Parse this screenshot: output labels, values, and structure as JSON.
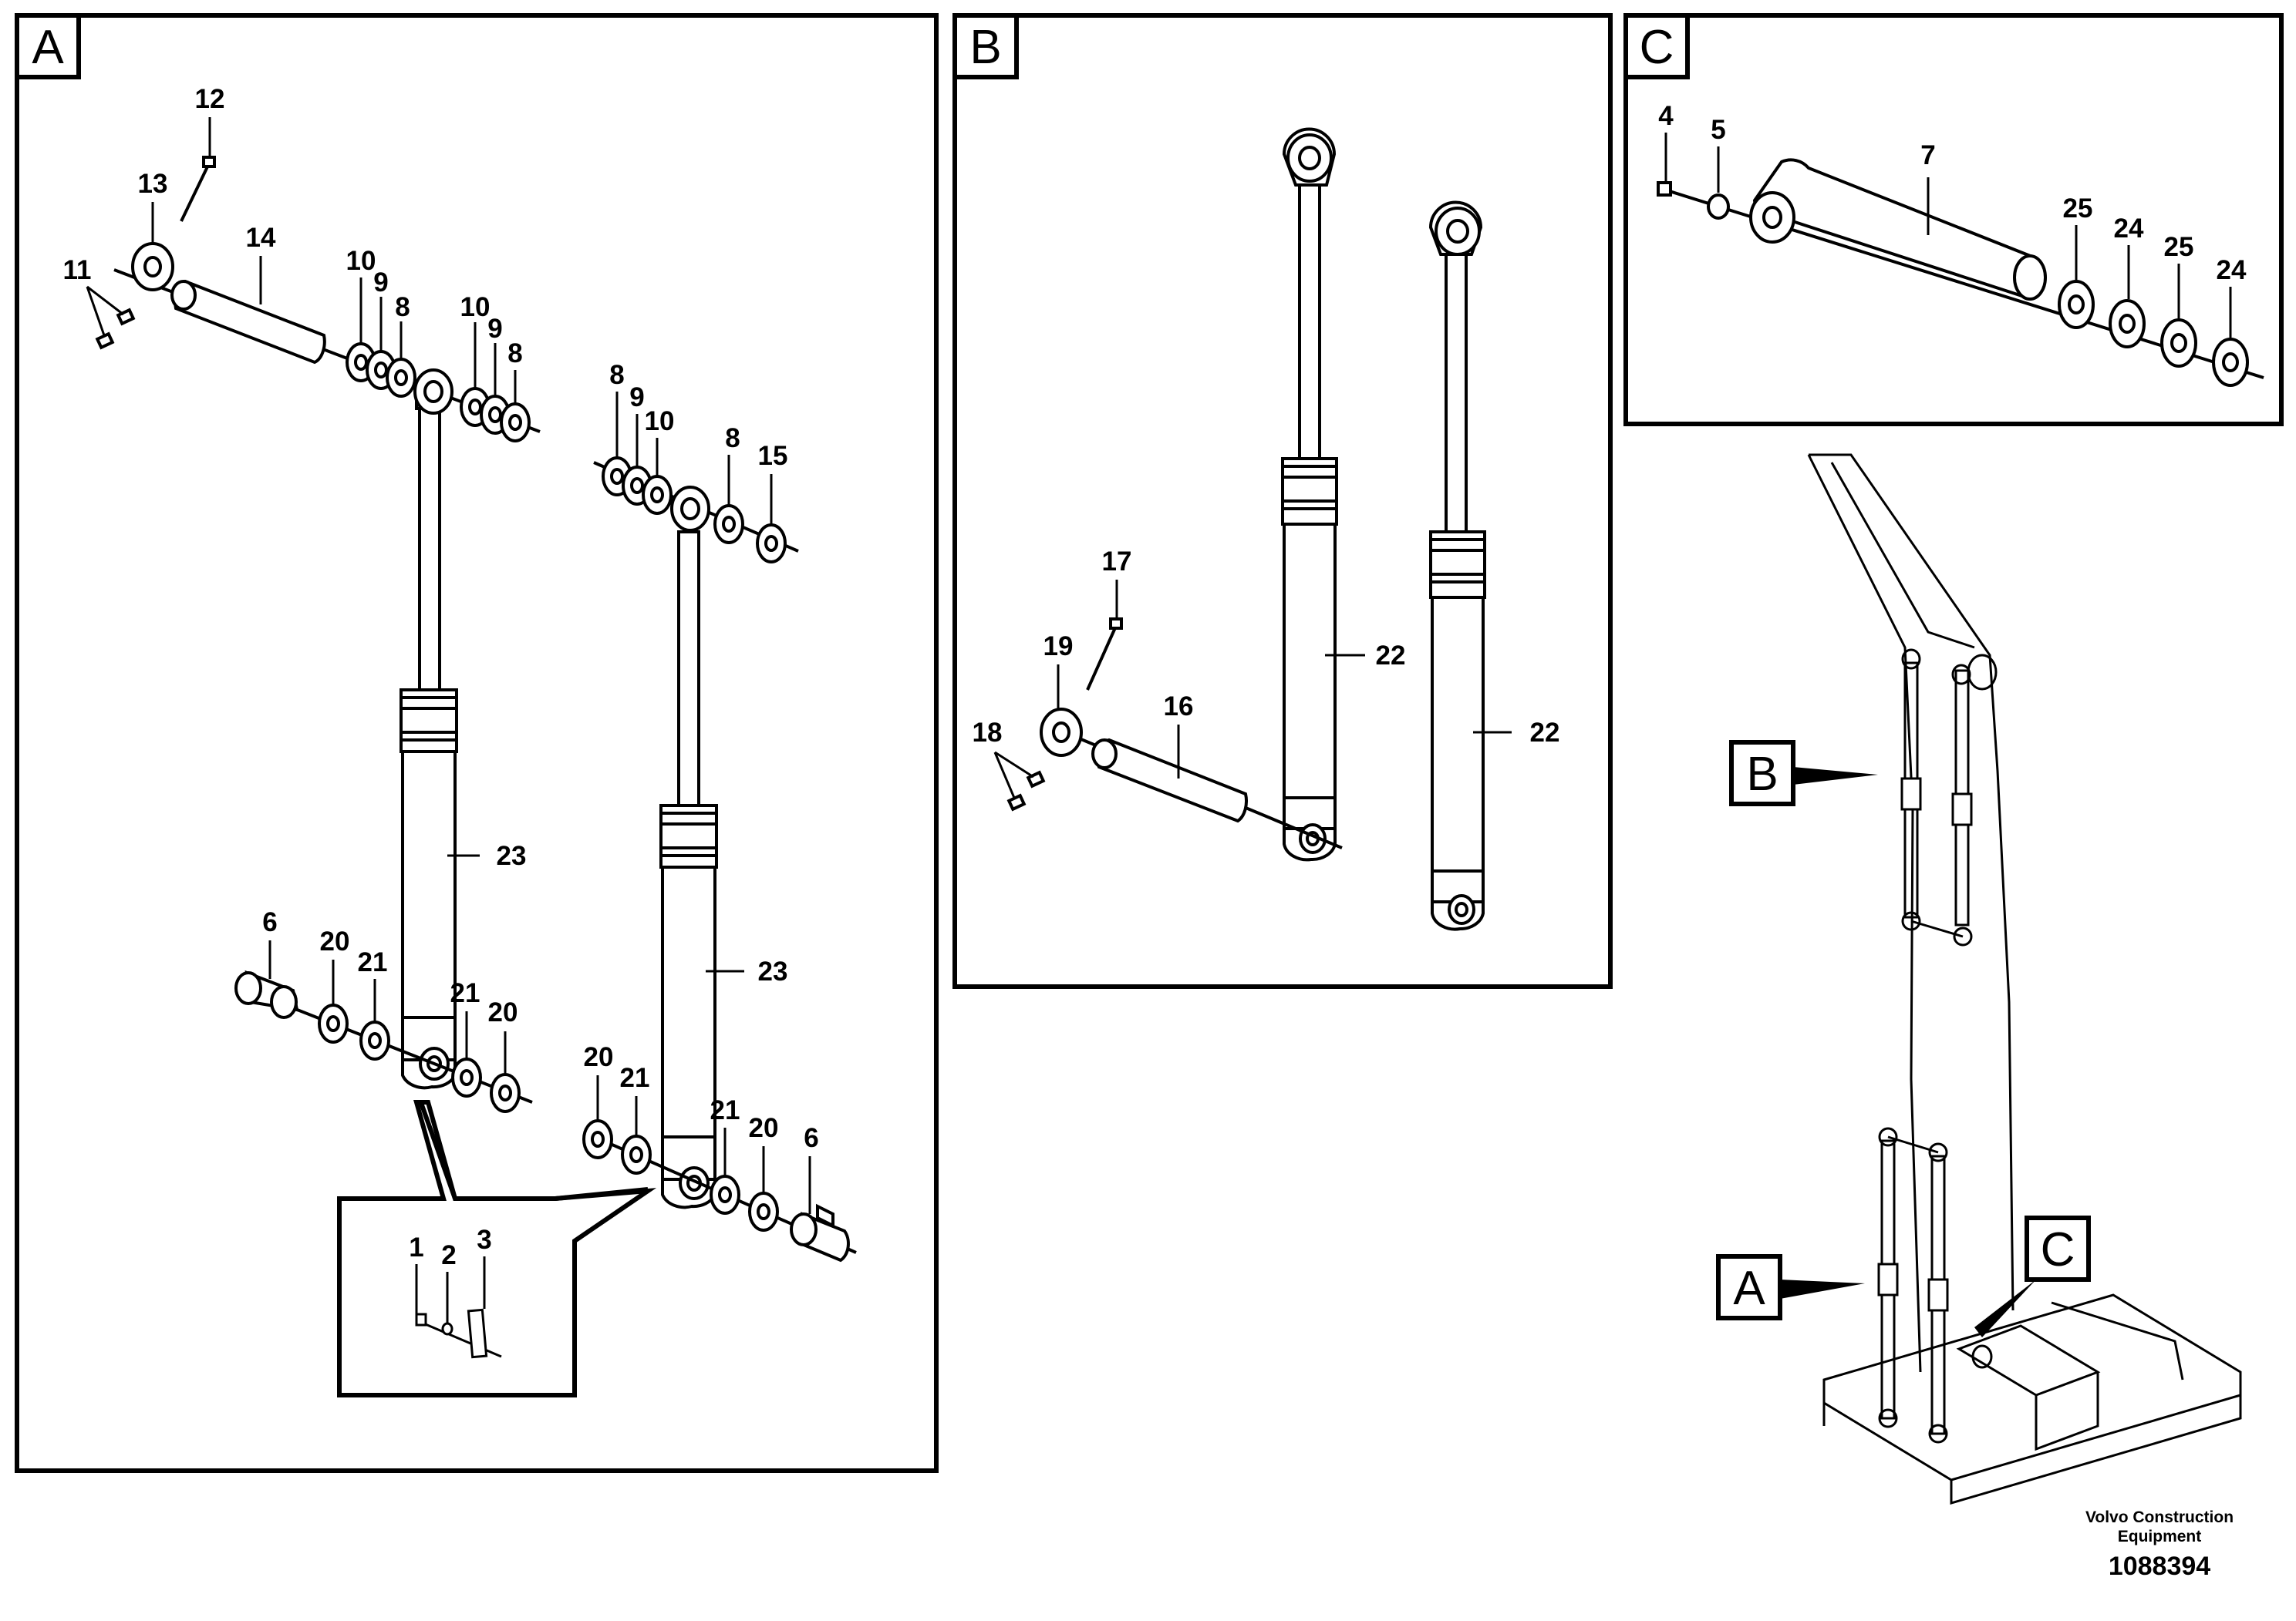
{
  "panels": {
    "a": {
      "label": "A"
    },
    "b": {
      "label": "B"
    },
    "c": {
      "label": "C"
    }
  },
  "overview": {
    "label_a": "A",
    "label_b": "B",
    "label_c": "C"
  },
  "callouts": {
    "a": [
      "12",
      "13",
      "14",
      "11",
      "10",
      "9",
      "8",
      "10",
      "9",
      "8",
      "8",
      "9",
      "10",
      "8",
      "15",
      "23",
      "23",
      "6",
      "20",
      "21",
      "21",
      "20",
      "20",
      "21",
      "21",
      "20",
      "6",
      "1",
      "2",
      "3"
    ],
    "b": [
      "17",
      "19",
      "18",
      "16",
      "22",
      "22"
    ],
    "c": [
      "4",
      "5",
      "7",
      "25",
      "24",
      "25",
      "24"
    ]
  },
  "footer": {
    "company_line1": "Volvo Construction",
    "company_line2": "Equipment",
    "part_number": "1088394"
  }
}
